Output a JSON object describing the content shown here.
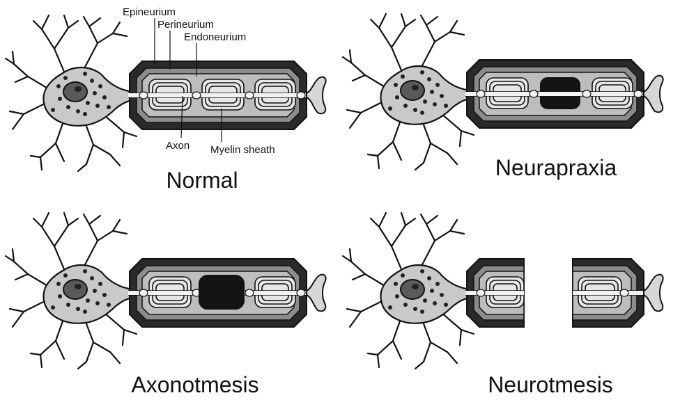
{
  "labels": {
    "epineurium": "Epineurium",
    "perineurium": "Perineurium",
    "endoneurium": "Endoneurium",
    "axon": "Axon",
    "myelin_sheath": "Myelin sheath"
  },
  "panels": [
    {
      "title": "Normal",
      "injury": "none"
    },
    {
      "title": "Neurapraxia",
      "injury": "myelin-block"
    },
    {
      "title": "Axonotmesis",
      "injury": "axon-block"
    },
    {
      "title": "Neurotmesis",
      "injury": "transection"
    }
  ],
  "colors": {
    "ink": "#111111",
    "soma": "#c8c8c8",
    "nucleus": "#555555",
    "epineurium": "#2a2a2a",
    "perineurium": "#8c8c8c",
    "endoneurium": "#bdbdbd",
    "myelin": "#e6e6e6",
    "lesion": "#141414"
  }
}
